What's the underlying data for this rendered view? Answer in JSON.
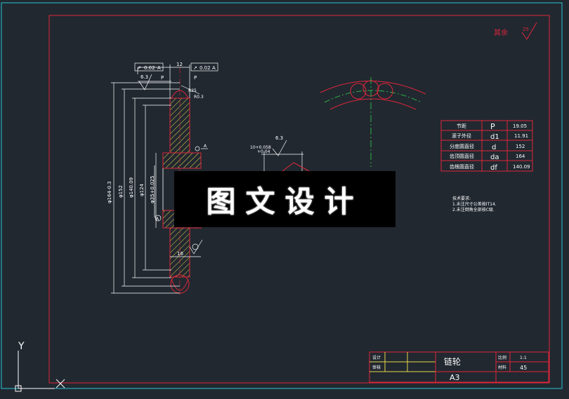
{
  "surface_finish_note": {
    "label": "其余",
    "value": "25"
  },
  "part_params": {
    "rows": [
      {
        "name": "节距",
        "symbol": "P",
        "value": "19.05"
      },
      {
        "name": "滚子外径",
        "symbol": "d1",
        "value": "11.91"
      },
      {
        "name": "分度圆直径",
        "symbol": "d",
        "value": "152"
      },
      {
        "name": "齿顶圆直径",
        "symbol": "da",
        "value": "164"
      },
      {
        "name": "齿根圆直径",
        "symbol": "df",
        "value": "140.09"
      }
    ]
  },
  "tech_notes": {
    "heading": "技术要求:",
    "line1": "1.未注尺寸公差按IT14.",
    "line2": "2.未注倒角全部按C级."
  },
  "dimensions": {
    "roughness_a": "6.3",
    "roughness_b": "6.3",
    "gtol_a_value": "0.02",
    "gtol_a_datum": "A",
    "gtol_b_value": "0.02",
    "gtol_b_datum": "A",
    "width_top": "12",
    "p_left": "P",
    "p_right": "P",
    "r_a": "R25",
    "r_b": "R0.3",
    "d_outer": "φ164-0.3",
    "d_pitch": "φ152",
    "d_root": "φ140.09",
    "d_hub": "φ124",
    "d_bore": "φ35+0.025",
    "keyway_tol": "10+0.058",
    "keyway_tol2": "+0.04",
    "hub_width": "16",
    "datum_a": "A",
    "datum_b": "A"
  },
  "title_block": {
    "design_label": "设计",
    "review_label": "审核",
    "part_name": "链轮",
    "sheet_size": "A3",
    "scale_label": "比例",
    "scale_value": "1:1",
    "material_label": "材料",
    "material_value": "45"
  },
  "ucs": {
    "y_label": "Y"
  },
  "watermark": "图文设计"
}
